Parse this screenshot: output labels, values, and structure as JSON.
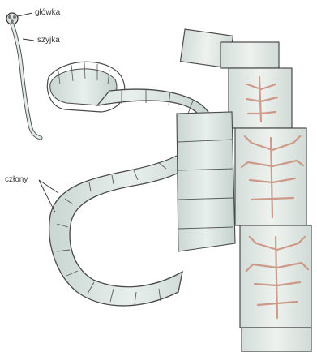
{
  "labels": {
    "head": "główka",
    "neck": "szyjka",
    "segments": "człony"
  },
  "colors": {
    "segment_fill": "#dde7e3",
    "segment_shade": "#b9c7c3",
    "segment_outline": "#4a4a4a",
    "uterus_branches": "#c98c78",
    "leader_lines": "#333333"
  }
}
